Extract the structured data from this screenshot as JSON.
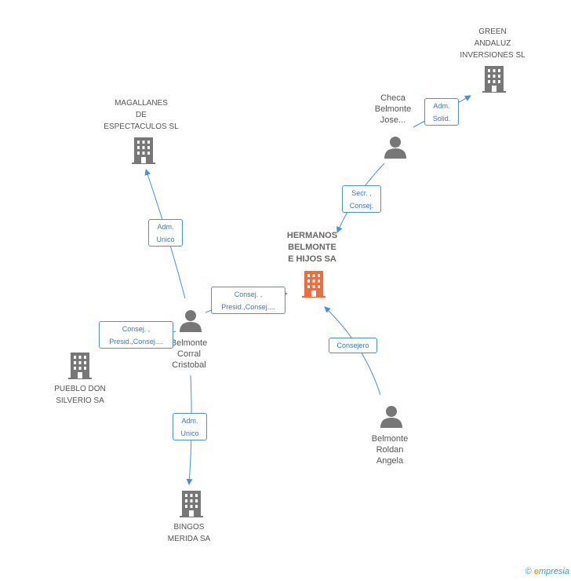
{
  "colors": {
    "edge": "#4a90d9",
    "node_gray": "#777777",
    "node_main": "#f26b3a",
    "footer": "#3a9dbf"
  },
  "nodes": {
    "green": {
      "type": "company",
      "icon": "building-icon",
      "lines": [
        "GREEN",
        "ANDALUZ",
        "INVERSIONES SL"
      ]
    },
    "magallanes": {
      "type": "company",
      "icon": "building-icon",
      "lines": [
        "MAGALLANES",
        "DE",
        "ESPECTACULOS SL"
      ]
    },
    "hermanos": {
      "type": "company-main",
      "icon": "building-icon",
      "lines": [
        "HERMANOS",
        "BELMONTE",
        "E HIJOS SA"
      ]
    },
    "pueblo": {
      "type": "company",
      "icon": "building-icon",
      "lines": [
        "PUEBLO DON",
        "SILVERIO SA"
      ]
    },
    "bingos": {
      "type": "company",
      "icon": "building-icon",
      "lines": [
        "BINGOS",
        "MERIDA SA"
      ]
    },
    "checa": {
      "type": "person",
      "icon": "person-icon",
      "lines": [
        "Checa",
        "Belmonte",
        "Jose..."
      ]
    },
    "cristobal": {
      "type": "person",
      "icon": "person-icon",
      "lines": [
        "Belmonte",
        "Corral",
        "Cristobal"
      ]
    },
    "angela": {
      "type": "person",
      "icon": "person-icon",
      "lines": [
        "Belmonte",
        "Roldan",
        "Angela"
      ]
    }
  },
  "roles": {
    "checa_green": [
      "Adm.",
      "Solid."
    ],
    "checa_hermanos": [
      "Secr. ,",
      "Consej."
    ],
    "cristobal_magallanes": [
      "Adm.",
      "Unico"
    ],
    "cristobal_hermanos": [
      "Consej. ,",
      "Presid.,Consej...."
    ],
    "cristobal_pueblo": [
      "Consej. ,",
      "Presid.,Consej...."
    ],
    "cristobal_bingos": [
      "Adm.",
      "Unico"
    ],
    "angela_hermanos": [
      "Consejero"
    ]
  },
  "footer": {
    "copyright": "©",
    "brand_e": "e",
    "brand_rest": "mpresia"
  }
}
